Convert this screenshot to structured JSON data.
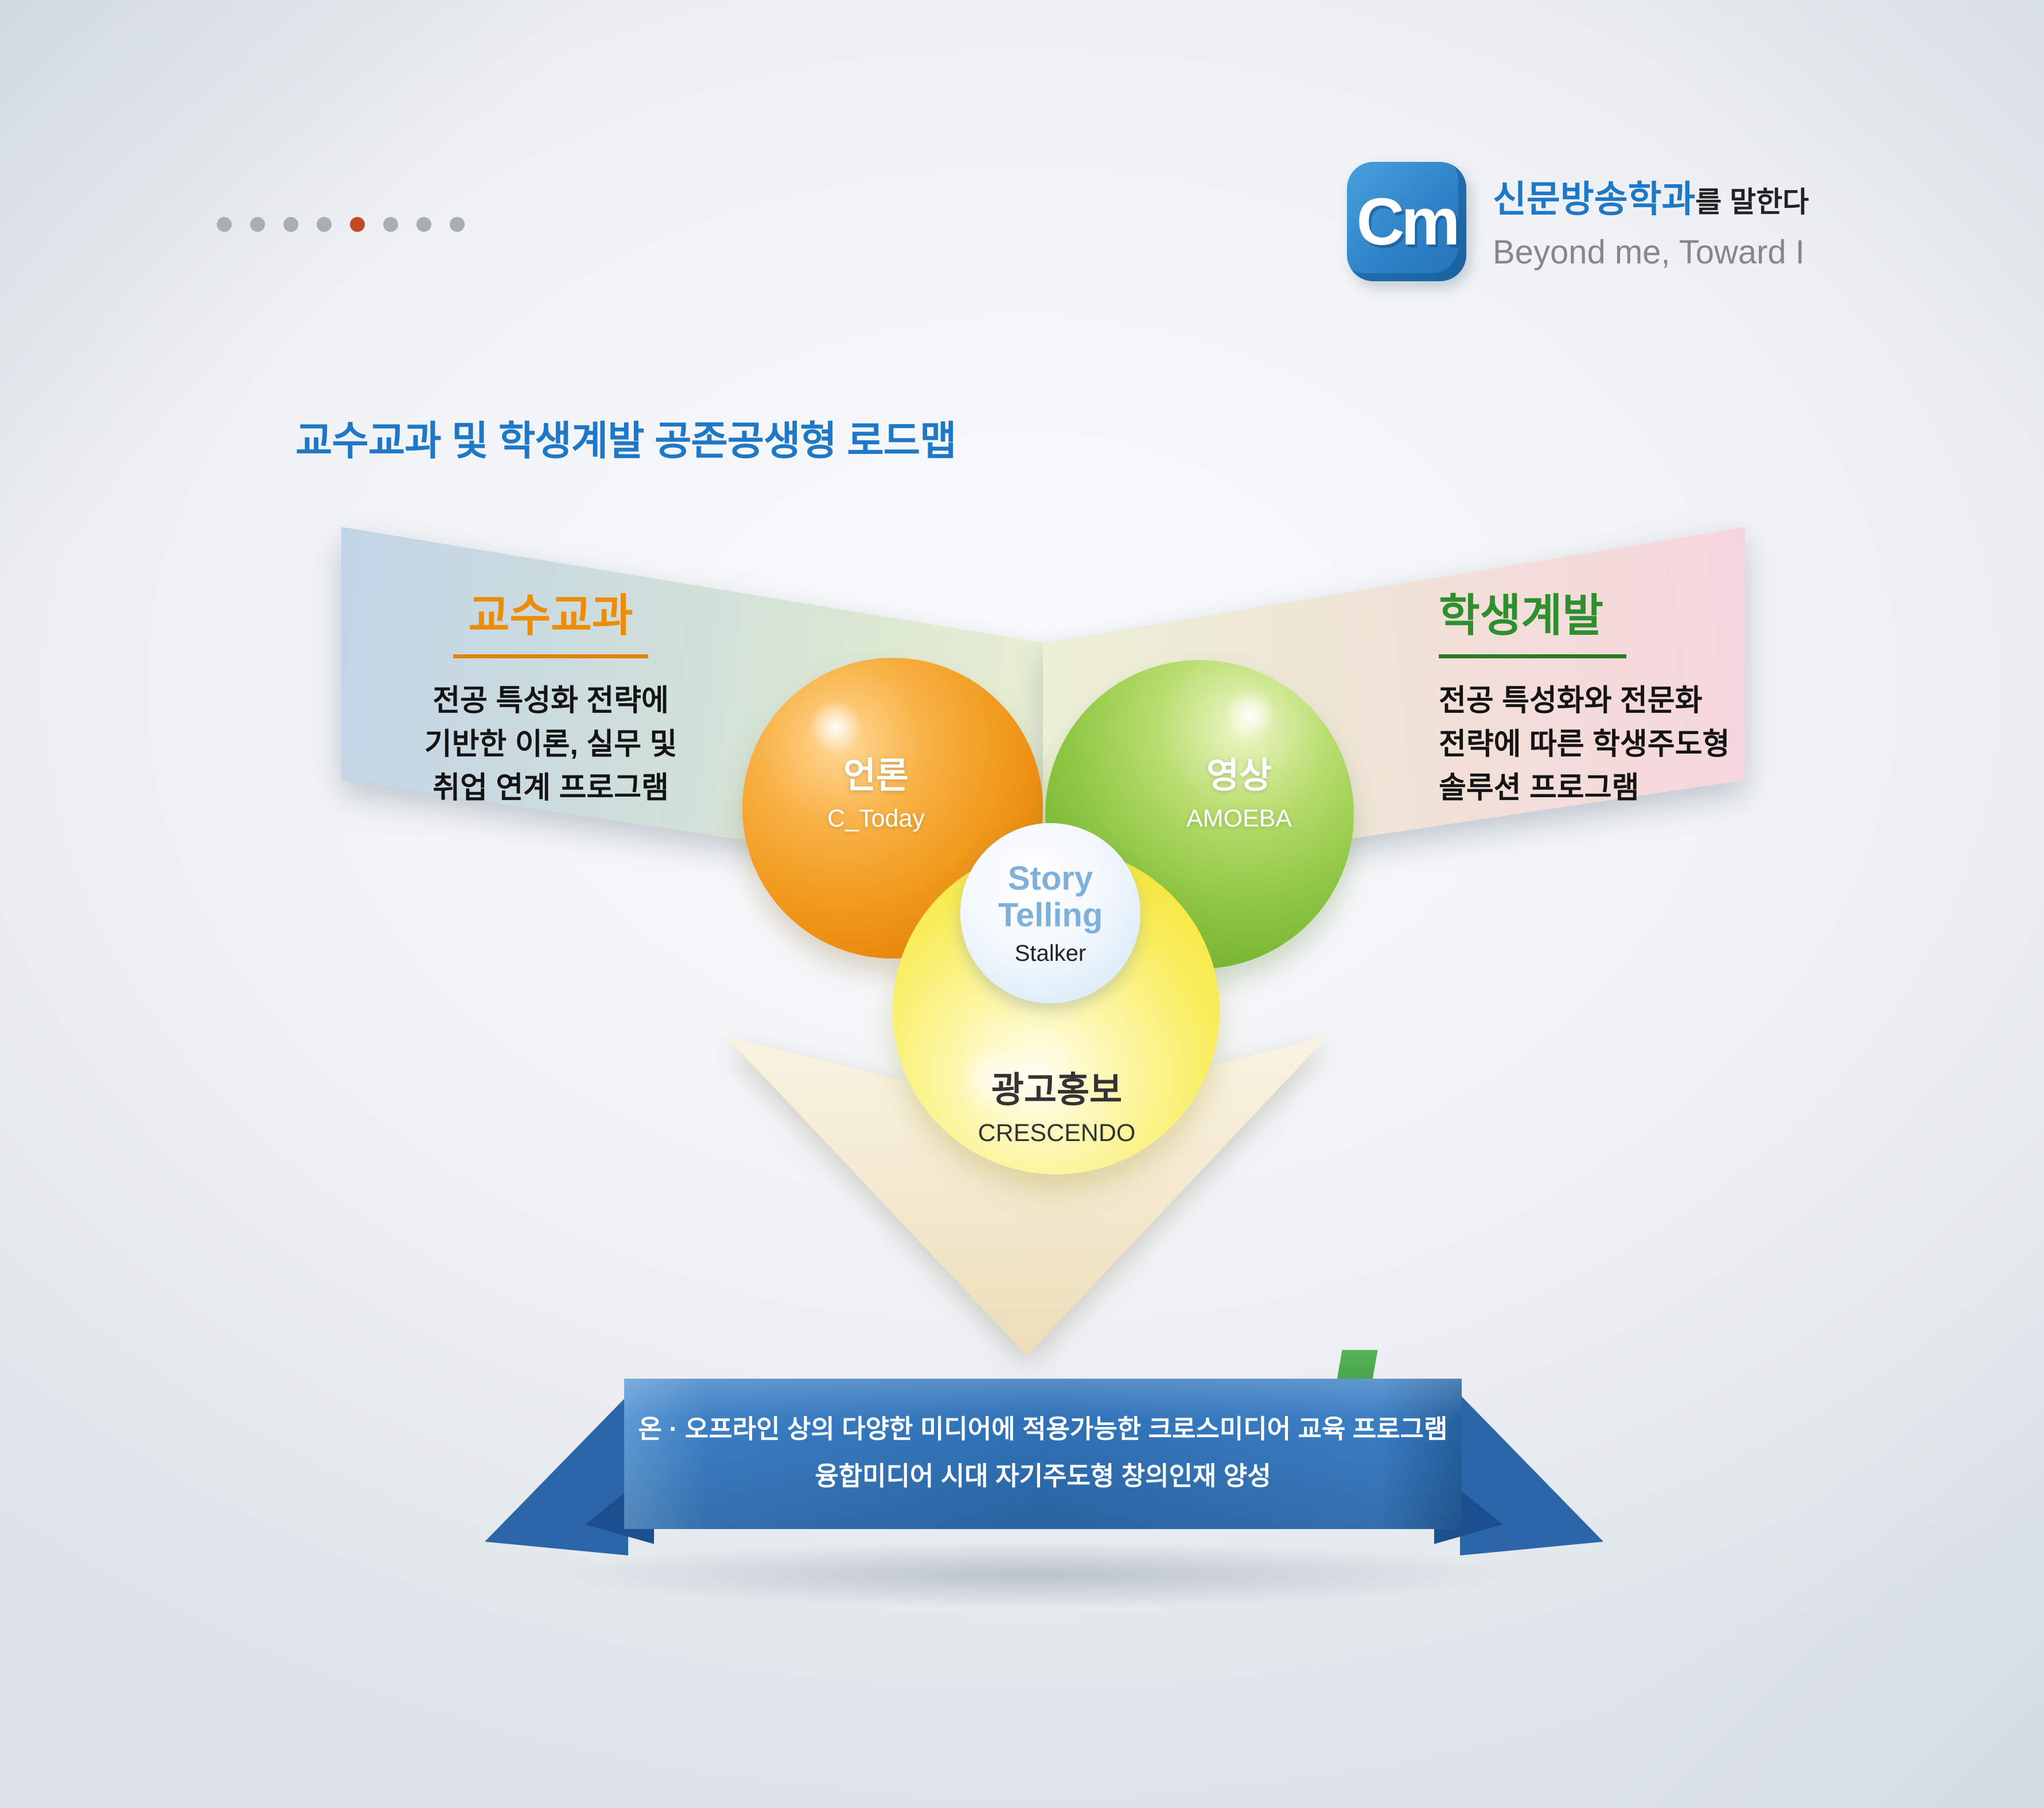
{
  "header": {
    "dots": [
      "#a9aeb3",
      "#a9aeb3",
      "#a9aeb3",
      "#a9aeb3",
      "#c04a24",
      "#a9aeb3",
      "#a9aeb3",
      "#a9aeb3"
    ],
    "logo_glyph": "Cm",
    "brand_bold": "신문방송학과",
    "brand_rest": "를 말한다",
    "tagline": "Beyond me, Toward I"
  },
  "title": "교수교과 및 학생계발 공존공생형 로드맵",
  "panels": {
    "left": {
      "heading": "교수교과",
      "line1": "전공 특성화 전략에",
      "line2": "기반한 이론, 실무 및",
      "line3": "취업 연계 프로그램"
    },
    "right": {
      "heading": "학생계발",
      "line1": "전공 특성화와 전문화",
      "line2": "전략에 따른 학생주도형",
      "line3": "솔루션 프로그램"
    }
  },
  "venn": {
    "press": {
      "label": "언론",
      "sub": "C_Today"
    },
    "video": {
      "label": "영상",
      "sub": "AMOEBA"
    },
    "ad": {
      "label": "광고홍보",
      "sub": "CRESCENDO"
    },
    "core": {
      "word1": "Story",
      "word2": "Telling",
      "sub": "Stalker"
    }
  },
  "ribbon": {
    "line1": "온 · 오프라인 상의 다양한 미디어에 적용가능한 크로스미디어 교육 프로그램",
    "line2": "융합미디어 시대 자기주도형 창의인재 양성"
  },
  "colors": {
    "accent_blue": "#1e78c6",
    "heading_orange": "#ee8c05",
    "heading_green": "#2e8f2e",
    "circle_press": "#f0991c",
    "circle_video": "#8cc645",
    "circle_ad": "#f7ea4a",
    "core_text": "#7fb0da",
    "ribbon_blue": "#2f71b6",
    "active_dot": "#c04a24",
    "inactive_dot": "#a9aeb3"
  }
}
